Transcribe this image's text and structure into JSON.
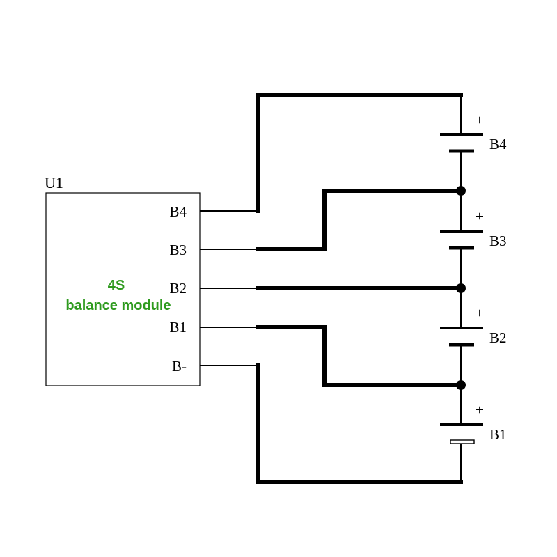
{
  "module": {
    "ref": "U1",
    "title_line1": "4S",
    "title_line2": "balance module",
    "title_color": "#2e9a1e",
    "pins": [
      "B4",
      "B3",
      "B2",
      "B1",
      "B-"
    ]
  },
  "cells": [
    {
      "label": "B4",
      "polarity": "+"
    },
    {
      "label": "B3",
      "polarity": "+"
    },
    {
      "label": "B2",
      "polarity": "+"
    },
    {
      "label": "B1",
      "polarity": "+"
    }
  ],
  "colors": {
    "wire": "#000000",
    "background": "#ffffff"
  }
}
